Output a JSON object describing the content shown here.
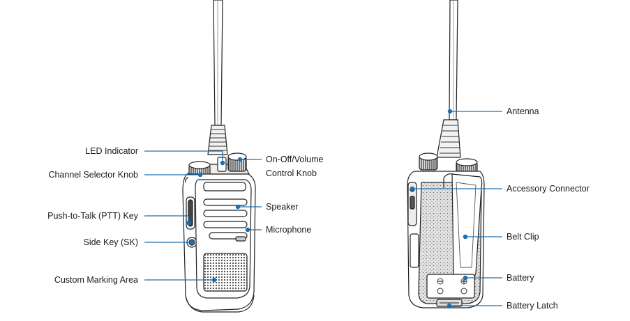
{
  "front_view": {
    "callouts": [
      {
        "id": "led",
        "text": "LED Indicator"
      },
      {
        "id": "channel",
        "text": "Channel Selector Knob"
      },
      {
        "id": "ptt",
        "text": "Push-to-Talk (PTT) Key"
      },
      {
        "id": "side",
        "text": "Side Key (SK)"
      },
      {
        "id": "custom",
        "text": "Custom Marking Area"
      },
      {
        "id": "onoff",
        "text": "On-Off/Volume"
      },
      {
        "id": "onoff2",
        "text": "Control Knob"
      },
      {
        "id": "speaker",
        "text": "Speaker"
      },
      {
        "id": "mic",
        "text": "Microphone"
      }
    ]
  },
  "back_view": {
    "callouts": [
      {
        "id": "antenna",
        "text": "Antenna"
      },
      {
        "id": "accessory",
        "text": "Accessory Connector"
      },
      {
        "id": "beltclip",
        "text": "Belt Clip"
      },
      {
        "id": "battery",
        "text": "Battery"
      },
      {
        "id": "latch",
        "text": "Battery Latch"
      }
    ]
  },
  "colors": {
    "leader": "#1b6fb3",
    "outline": "#222222",
    "shade": "#bdbdbd"
  }
}
